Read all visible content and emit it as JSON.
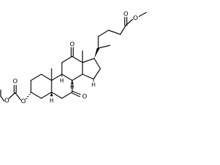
{
  "molecule": {
    "atoms": {
      "o_ester_carbonyl": "O",
      "o_ester_single": "O",
      "o_ketone_12": "O",
      "o_ketone_7": "O",
      "o_carbonate_carbonyl": "O",
      "o_carbonate_ethoxy": "O",
      "o_carbonate_ring": "O",
      "h_stereo_14": "H",
      "h_stereo_8": "H",
      "h_stereo_9": "H",
      "h_stereo_5": "H"
    },
    "colors": {
      "bond": "#000000",
      "text": "#000000",
      "background": "#ffffff"
    }
  }
}
